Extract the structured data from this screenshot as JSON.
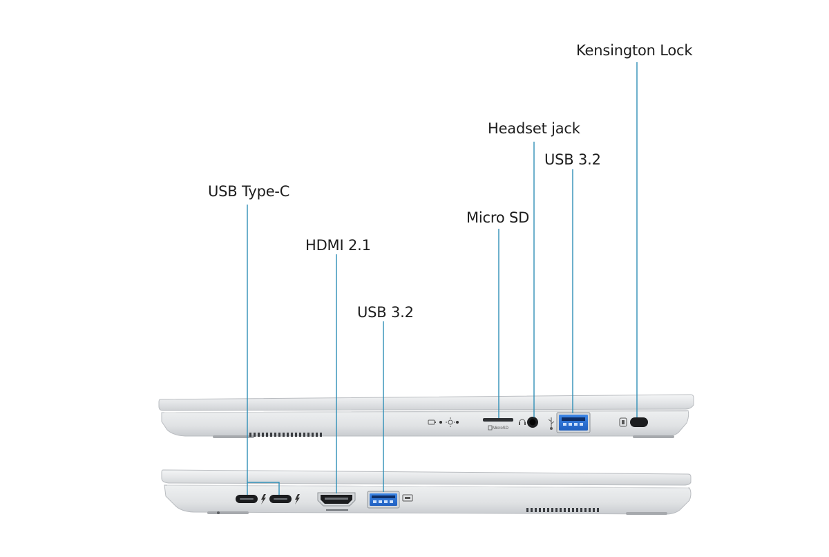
{
  "callouts": {
    "kensington": "Kensington Lock",
    "headset": "Headset jack",
    "usb_right": "USB 3.2",
    "microsd": "Micro SD",
    "usb_type_c": "USB Type-C",
    "hdmi": "HDMI 2.1",
    "usb_left": "USB 3.2"
  },
  "port_markings": {
    "microsd_label": "MicroSD"
  },
  "colors": {
    "leader_line": "#2f8fb7",
    "usb3_port": "#2b6fd1",
    "chassis": "#e3e5e7",
    "label_text": "#1d1d1d"
  }
}
